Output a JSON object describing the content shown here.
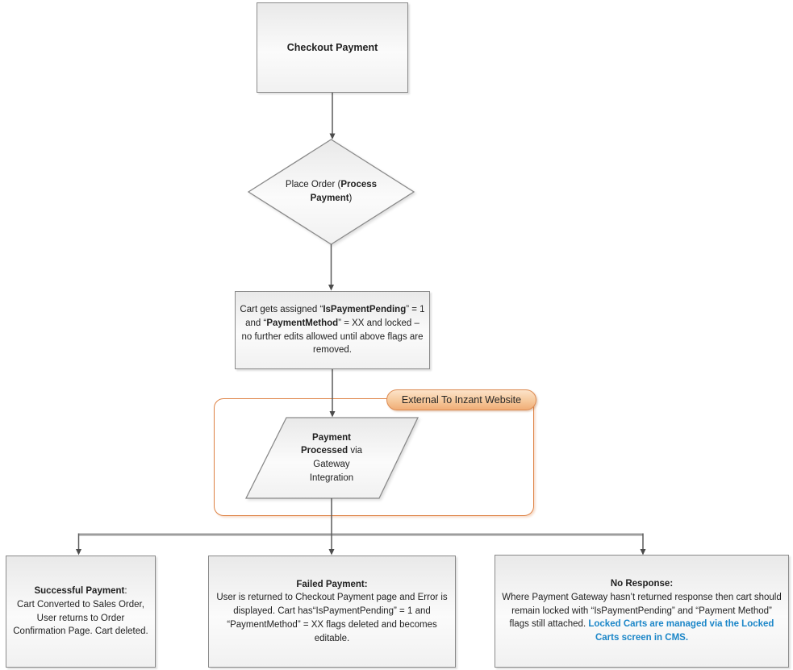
{
  "title": "Checkout Payment Flowchart",
  "colors": {
    "blue": "#1b86c8",
    "accent_orange_border": "#de8244",
    "badge_fill_top": "#fce3c9",
    "badge_fill_bottom": "#f0ad77",
    "shape_border_gray": "#8a8a8a",
    "connector_dark": "#5a5a5a",
    "branch_line_gray": "#9d9d9d",
    "text_color": "#1f1f1f"
  },
  "nodes": {
    "checkout": {
      "segments": [
        {
          "t": "Checkout Payment",
          "b": true
        }
      ]
    },
    "place_order": {
      "segments": [
        {
          "t": "Place Order ("
        },
        {
          "t": "Process Payment",
          "b": true
        },
        {
          "t": ")"
        }
      ]
    },
    "cart_flags": {
      "segments": [
        {
          "t": "Cart gets assigned “"
        },
        {
          "t": "IsPaymentPending",
          "b": true
        },
        {
          "t": "” = 1 and “"
        },
        {
          "t": "PaymentMethod",
          "b": true
        },
        {
          "t": "” = XX and locked – no further edits allowed until above flags are removed."
        }
      ]
    },
    "external_badge": {
      "label": "External To Inzant Website"
    },
    "payment_processed": {
      "segments": [
        {
          "t": "Payment Processed",
          "b": true
        },
        {
          "t": " via Gateway Integration"
        }
      ]
    },
    "successful_payment": {
      "segments": [
        {
          "t": "Successful Payment",
          "b": true
        },
        {
          "t": ":\nCart Converted to Sales Order, User returns to Order Confirmation Page. Cart deleted."
        }
      ]
    },
    "failed_payment": {
      "segments": [
        {
          "t": "Failed Payment:",
          "b": true
        },
        {
          "t": "\nUser is returned to Checkout Payment page and Error is displayed. Cart has“IsPaymentPending” = 1 and “PaymentMethod” = XX flags deleted and becomes editable."
        }
      ]
    },
    "no_response": {
      "segments": [
        {
          "t": "No Response:",
          "b": true
        },
        {
          "t": "\nWhere Payment Gateway hasn’t returned response then cart should remain locked with “IsPaymentPending” and “Payment Method” flags still attached. "
        },
        {
          "t": "Locked Carts are managed via the Locked Carts screen in CMS.",
          "b": true,
          "c": "blue"
        }
      ]
    }
  }
}
